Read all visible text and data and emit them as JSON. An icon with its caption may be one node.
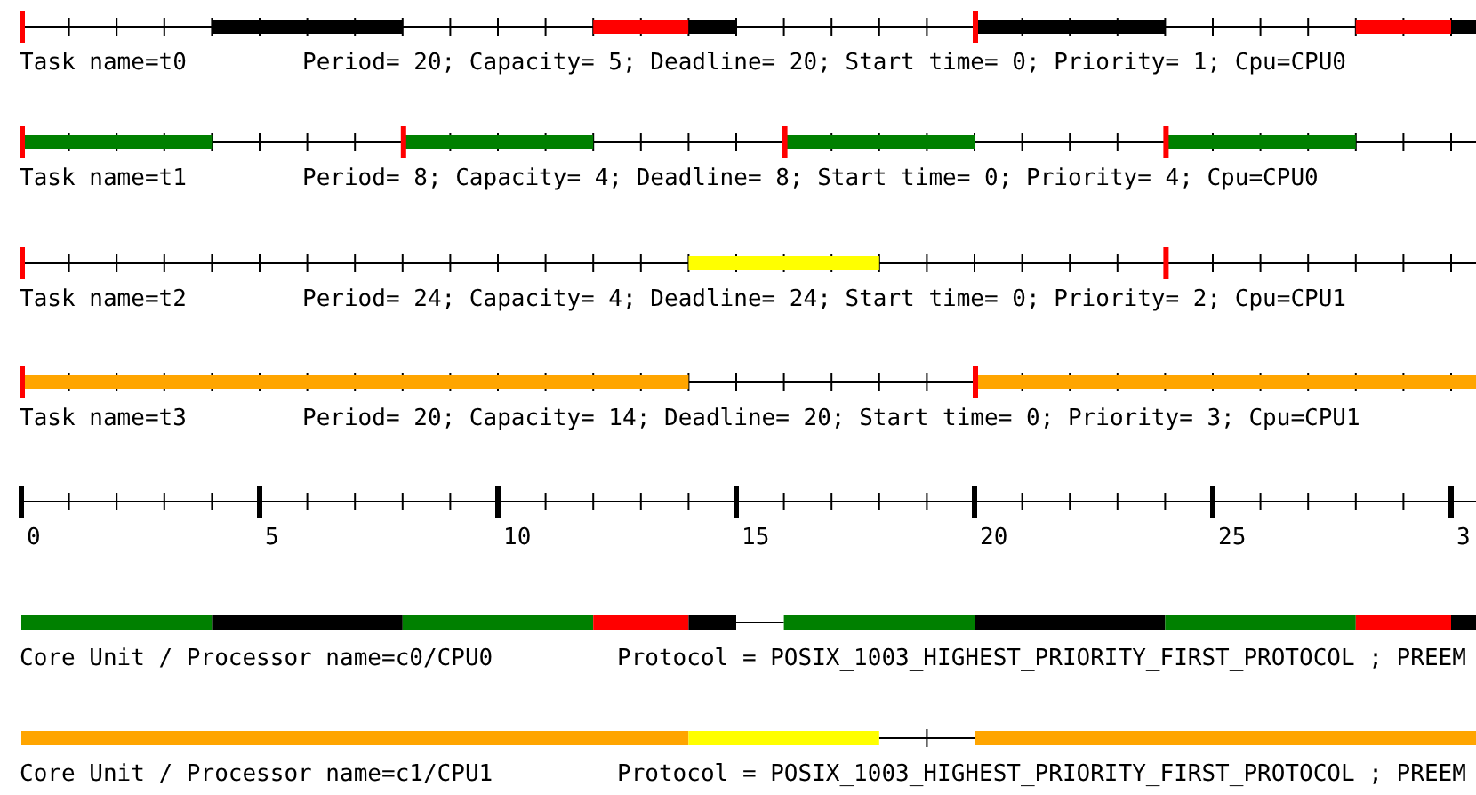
{
  "diagram": {
    "labels": [
      "Task name=t0",
      "Period= 20; Capacity= 5; Deadline= 20; Start time= 0; Priority= 1; Cpu=CPU0",
      "Task name=t1",
      "Period= 8; Capacity= 4; Deadline= 8; Start time= 0; Priority= 4; Cpu=CPU0",
      "Task name=t2",
      "Period= 24; Capacity= 4; Deadline= 24; Start time= 0; Priority= 2; Cpu=CPU1",
      "Task name=t3",
      "Period= 20; Capacity= 14; Deadline= 20; Start time= 0; Priority= 3; Cpu=CPU1",
      "0",
      "5",
      "10",
      "15",
      "20",
      "25",
      "3",
      "Core Unit / Processor name=c0/CPU0",
      "Protocol = POSIX_1003_HIGHEST_PRIORITY_FIRST_PROTOCOL ; PREEM",
      "Core Unit / Processor name=c1/CPU1",
      "Protocol = POSIX_1003_HIGHEST_PRIORITY_FIRST_PROTOCOL ; PREEM"
    ]
  }
}
